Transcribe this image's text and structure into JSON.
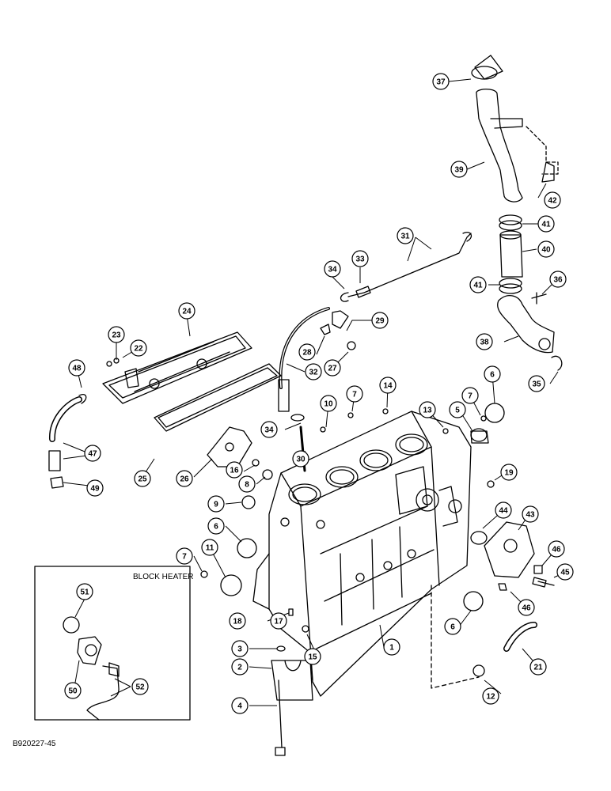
{
  "figure": {
    "inset_title": "BLOCK HEATER",
    "figure_id": "B920227-45"
  },
  "callouts": [
    {
      "id": "c1",
      "label": "1"
    },
    {
      "id": "c2",
      "label": "2"
    },
    {
      "id": "c3",
      "label": "3"
    },
    {
      "id": "c4",
      "label": "4"
    },
    {
      "id": "c5",
      "label": "5"
    },
    {
      "id": "c6a",
      "label": "6"
    },
    {
      "id": "c6b",
      "label": "6"
    },
    {
      "id": "c6c",
      "label": "6"
    },
    {
      "id": "c7a",
      "label": "7"
    },
    {
      "id": "c7b",
      "label": "7"
    },
    {
      "id": "c7c",
      "label": "7"
    },
    {
      "id": "c8",
      "label": "8"
    },
    {
      "id": "c9",
      "label": "9"
    },
    {
      "id": "c10",
      "label": "10"
    },
    {
      "id": "c11",
      "label": "11"
    },
    {
      "id": "c12",
      "label": "12"
    },
    {
      "id": "c13",
      "label": "13"
    },
    {
      "id": "c14",
      "label": "14"
    },
    {
      "id": "c15",
      "label": "15"
    },
    {
      "id": "c16",
      "label": "16"
    },
    {
      "id": "c17",
      "label": "17"
    },
    {
      "id": "c18",
      "label": "18"
    },
    {
      "id": "c19",
      "label": "19"
    },
    {
      "id": "c21",
      "label": "21"
    },
    {
      "id": "c22",
      "label": "22"
    },
    {
      "id": "c23",
      "label": "23"
    },
    {
      "id": "c24",
      "label": "24"
    },
    {
      "id": "c25",
      "label": "25"
    },
    {
      "id": "c26",
      "label": "26"
    },
    {
      "id": "c27",
      "label": "27"
    },
    {
      "id": "c28",
      "label": "28"
    },
    {
      "id": "c29",
      "label": "29"
    },
    {
      "id": "c30",
      "label": "30"
    },
    {
      "id": "c31",
      "label": "31"
    },
    {
      "id": "c32",
      "label": "32"
    },
    {
      "id": "c33",
      "label": "33"
    },
    {
      "id": "c34a",
      "label": "34"
    },
    {
      "id": "c34b",
      "label": "34"
    },
    {
      "id": "c35",
      "label": "35"
    },
    {
      "id": "c36",
      "label": "36"
    },
    {
      "id": "c37",
      "label": "37"
    },
    {
      "id": "c38",
      "label": "38"
    },
    {
      "id": "c39",
      "label": "39"
    },
    {
      "id": "c40",
      "label": "40"
    },
    {
      "id": "c41a",
      "label": "41"
    },
    {
      "id": "c41b",
      "label": "41"
    },
    {
      "id": "c42",
      "label": "42"
    },
    {
      "id": "c43",
      "label": "43"
    },
    {
      "id": "c44",
      "label": "44"
    },
    {
      "id": "c45",
      "label": "45"
    },
    {
      "id": "c46a",
      "label": "46"
    },
    {
      "id": "c46b",
      "label": "46"
    },
    {
      "id": "c47",
      "label": "47"
    },
    {
      "id": "c48",
      "label": "48"
    },
    {
      "id": "c49",
      "label": "49"
    },
    {
      "id": "c50",
      "label": "50"
    },
    {
      "id": "c51",
      "label": "51"
    },
    {
      "id": "c52",
      "label": "52"
    }
  ]
}
